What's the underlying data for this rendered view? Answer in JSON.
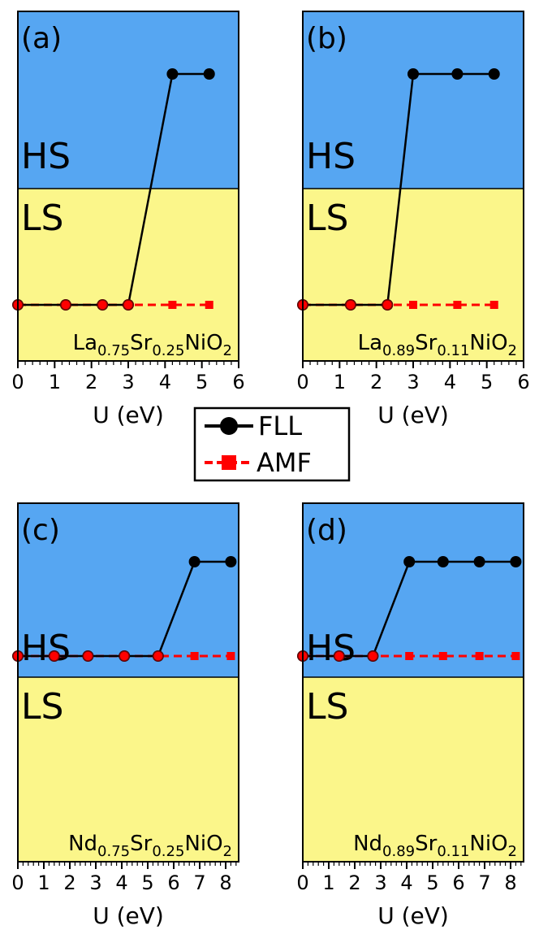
{
  "colors": {
    "hs_region": "#56a6f2",
    "ls_region": "#fbf68a",
    "fll": "#000000",
    "amf": "#ff0000"
  },
  "legend": {
    "entries": [
      {
        "label": "FLL",
        "style": "solid-circle"
      },
      {
        "label": "AMF",
        "style": "dashed-square"
      }
    ]
  },
  "chart_data": [
    {
      "type": "line",
      "panel_label": "(a)",
      "region_labels": [
        "HS",
        "LS"
      ],
      "annotation": {
        "parts": [
          [
            "La",
            false
          ],
          [
            "0.75",
            true
          ],
          [
            "Sr",
            false
          ],
          [
            "0.25",
            true
          ],
          [
            "NiO",
            false
          ],
          [
            "2",
            true
          ]
        ]
      },
      "xlabel": "U (eV)",
      "xlim": [
        0,
        6
      ],
      "xticks": [
        0,
        1,
        2,
        3,
        4,
        5,
        6
      ],
      "yticks": [],
      "y_levels": {
        "LS": 0,
        "HS": 1
      },
      "series": [
        {
          "name": "FLL",
          "x": [
            0,
            1.3,
            2.3,
            3.0,
            4.2,
            5.2
          ],
          "y": [
            0,
            0,
            0,
            0,
            1,
            1
          ]
        },
        {
          "name": "AMF",
          "x": [
            0,
            1.3,
            2.3,
            3.0,
            4.2,
            5.2
          ],
          "y": [
            0,
            0,
            0,
            0,
            0,
            0
          ]
        }
      ]
    },
    {
      "type": "line",
      "panel_label": "(b)",
      "region_labels": [
        "HS",
        "LS"
      ],
      "annotation": {
        "parts": [
          [
            "La",
            false
          ],
          [
            "0.89",
            true
          ],
          [
            "Sr",
            false
          ],
          [
            "0.11",
            true
          ],
          [
            "NiO",
            false
          ],
          [
            "2",
            true
          ]
        ]
      },
      "xlabel": "U (eV)",
      "xlim": [
        0,
        6
      ],
      "xticks": [
        0,
        1,
        2,
        3,
        4,
        5,
        6
      ],
      "yticks": [],
      "y_levels": {
        "LS": 0,
        "HS": 1
      },
      "series": [
        {
          "name": "FLL",
          "x": [
            0,
            1.3,
            2.3,
            3.0,
            4.2,
            5.2
          ],
          "y": [
            0,
            0,
            0,
            1,
            1,
            1
          ]
        },
        {
          "name": "AMF",
          "x": [
            0,
            1.3,
            2.3,
            3.0,
            4.2,
            5.2
          ],
          "y": [
            0,
            0,
            0,
            0,
            0,
            0
          ]
        }
      ]
    },
    {
      "type": "line",
      "panel_label": "(c)",
      "region_labels": [
        "HS",
        "LS"
      ],
      "annotation": {
        "parts": [
          [
            "Nd",
            false
          ],
          [
            "0.75",
            true
          ],
          [
            "Sr",
            false
          ],
          [
            "0.25",
            true
          ],
          [
            "NiO",
            false
          ],
          [
            "2",
            true
          ]
        ]
      },
      "xlabel": "U (eV)",
      "xlim": [
        0,
        8.5
      ],
      "xticks": [
        0,
        1,
        2,
        3,
        4,
        5,
        6,
        7,
        8
      ],
      "yticks": [],
      "y_levels": {
        "LS": 0,
        "HS": 1
      },
      "series": [
        {
          "name": "FLL",
          "x": [
            0,
            1.4,
            2.7,
            4.1,
            5.4,
            6.8,
            8.2
          ],
          "y": [
            0,
            0,
            0,
            0,
            0,
            1,
            1
          ]
        },
        {
          "name": "AMF",
          "x": [
            0,
            1.4,
            2.7,
            4.1,
            5.4,
            6.8,
            8.2
          ],
          "y": [
            0,
            0,
            0,
            0,
            0,
            0,
            0
          ]
        }
      ]
    },
    {
      "type": "line",
      "panel_label": "(d)",
      "region_labels": [
        "HS",
        "LS"
      ],
      "annotation": {
        "parts": [
          [
            "Nd",
            false
          ],
          [
            "0.89",
            true
          ],
          [
            "Sr",
            false
          ],
          [
            "0.11",
            true
          ],
          [
            "NiO",
            false
          ],
          [
            "2",
            true
          ]
        ]
      },
      "xlabel": "U (eV)",
      "xlim": [
        0,
        8.5
      ],
      "xticks": [
        0,
        1,
        2,
        3,
        4,
        5,
        6,
        7,
        8
      ],
      "yticks": [],
      "y_levels": {
        "LS": 0,
        "HS": 1
      },
      "series": [
        {
          "name": "FLL",
          "x": [
            0,
            1.4,
            2.7,
            4.1,
            5.4,
            6.8,
            8.2
          ],
          "y": [
            0,
            0,
            0,
            1,
            1,
            1,
            1
          ]
        },
        {
          "name": "AMF",
          "x": [
            0,
            1.4,
            2.7,
            4.1,
            5.4,
            6.8,
            8.2
          ],
          "y": [
            0,
            0,
            0,
            0,
            0,
            0,
            0
          ]
        }
      ]
    }
  ]
}
